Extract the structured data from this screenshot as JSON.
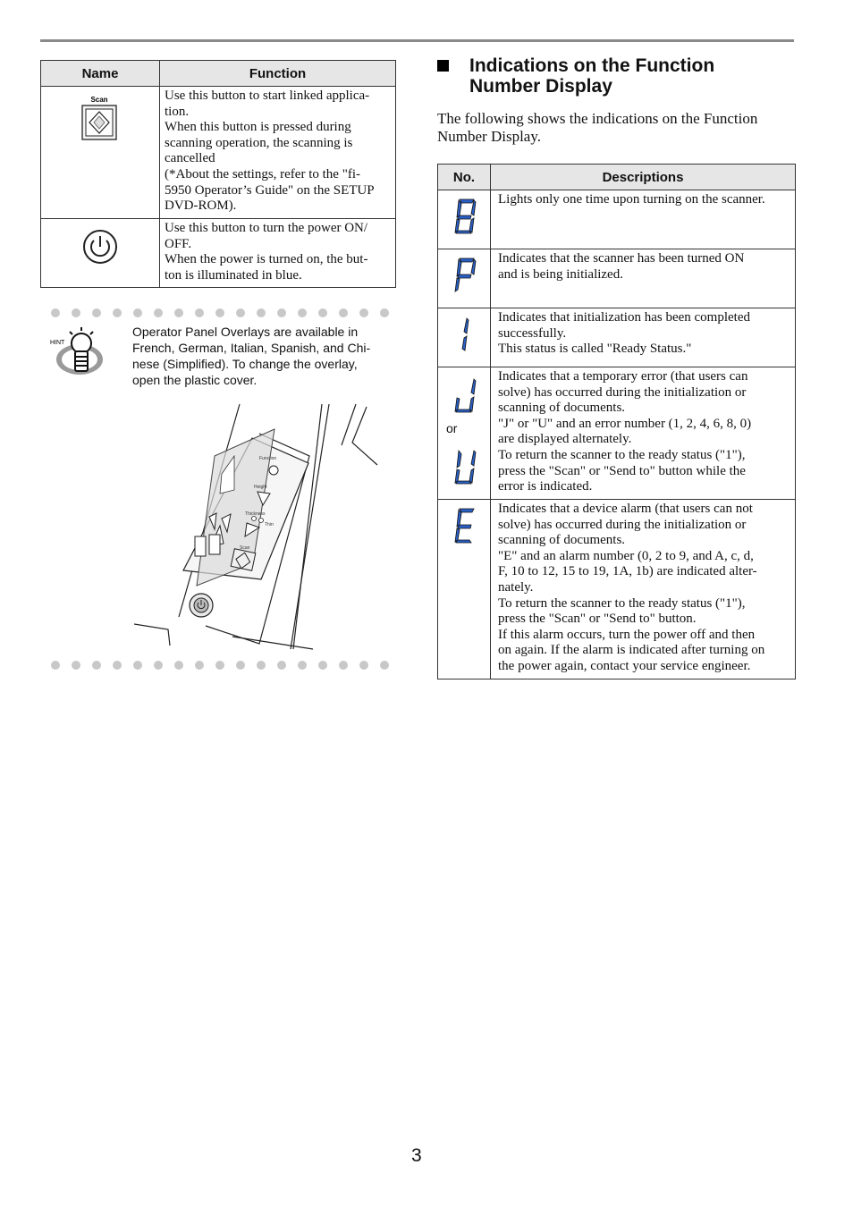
{
  "buttons_table": {
    "headers": {
      "name": "Name",
      "function": "Function"
    },
    "rows": [
      {
        "icon": "scan-button-icon",
        "icon_label": "Scan",
        "lines": [
          "Use this button to start linked applica-",
          "tion.",
          "When this button is pressed during",
          "scanning operation, the scanning is",
          "cancelled",
          "(*About the settings, refer to the \"fi-",
          "5950 Operator’s Guide\" on the SETUP",
          "DVD-ROM)."
        ]
      },
      {
        "icon": "power-button-icon",
        "lines": [
          "Use this button to turn the power ON/",
          "OFF.",
          "When the power is turned on, the but-",
          "ton is illuminated in blue."
        ]
      }
    ]
  },
  "hint": {
    "icon_label": "HINT",
    "lines": [
      "Operator Panel Overlays are available in",
      "French, German, Italian, Spanish, and Chi-",
      "nese (Simplified). To change the overlay,",
      "open the plastic cover."
    ],
    "illustration_labels": {
      "function": "Function",
      "height": "Height",
      "thickness": "Thickness",
      "thin": "Thin",
      "scan": "Scan"
    }
  },
  "section": {
    "title_line1": "Indications on the Function",
    "title_line2": "Number Display",
    "intro_line1": "The following shows the indications on the Function",
    "intro_line2": "Number Display."
  },
  "indications_table": {
    "headers": {
      "no": "No.",
      "descriptions": "Descriptions"
    },
    "or_label": "or",
    "rows": [
      {
        "symbol": "8",
        "lines": [
          "Lights only one time upon turning on the scanner."
        ]
      },
      {
        "symbol": "P",
        "lines": [
          "Indicates that the scanner has been turned ON",
          "and is being initialized."
        ]
      },
      {
        "symbol": "1",
        "lines": [
          "Indicates that initialization has been completed",
          "successfully.",
          "This status is called \"Ready Status.\""
        ]
      },
      {
        "symbol": "J",
        "symbol2": "U",
        "lines": [
          "Indicates that a temporary error (that users can",
          "solve) has occurred during the initialization or",
          "scanning of documents.",
          "\"J\" or \"U\" and an error number (1, 2, 4, 6, 8, 0)",
          "are displayed alternately.",
          "To return the scanner to the ready status (\"1\"),",
          "press the \"Scan\" or \"Send to\" button while the",
          "error is indicated."
        ]
      },
      {
        "symbol": "E",
        "lines": [
          "Indicates that a device alarm (that users can not",
          "solve) has occurred during the initialization or",
          "scanning of documents.",
          "\"E\" and an alarm number (0, 2 to 9, and A, c, d,",
          "F, 10 to 12, 15 to 19, 1A, 1b) are indicated alter-",
          "nately.",
          "To return the scanner to the ready status (\"1\"),",
          "press the \"Scan\" or \"Send to\" button.",
          "If this alarm occurs, turn the power off and then",
          "on again. If the alarm is indicated after turning on",
          "the power again, contact your service engineer."
        ]
      }
    ]
  },
  "colors": {
    "segment_blue": "#2a5fc4",
    "header_gray": "#e6e6e6",
    "dot_gray": "#c8c8c8"
  },
  "page_number": "3"
}
